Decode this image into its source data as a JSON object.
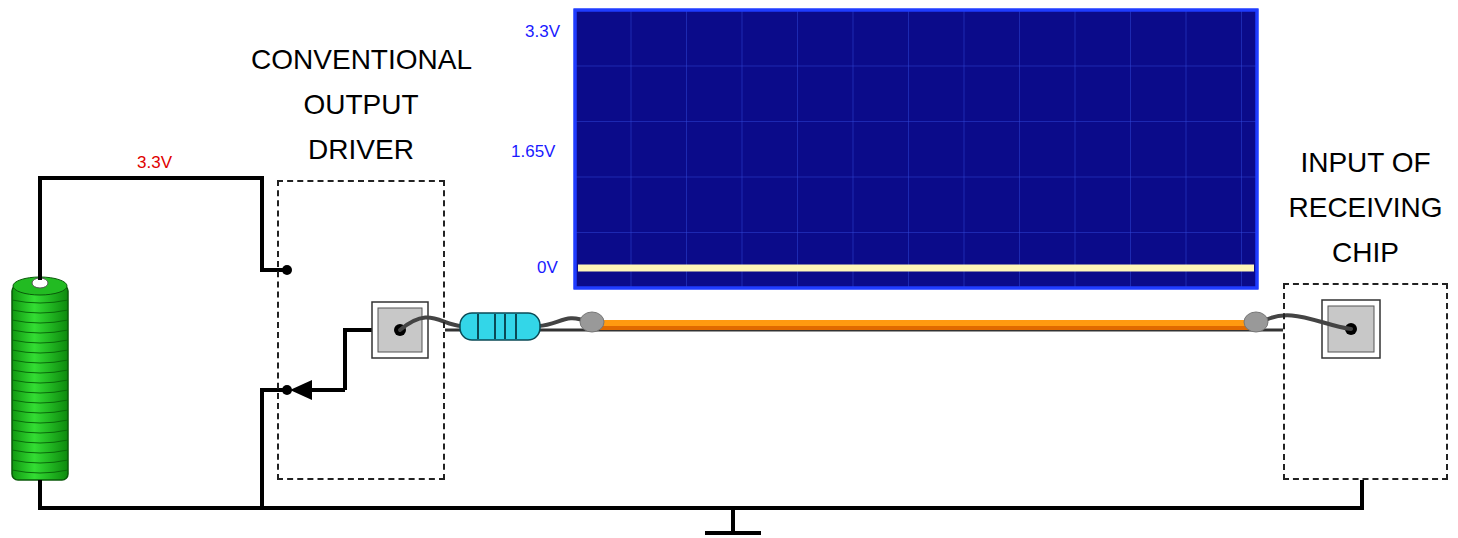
{
  "diagram": {
    "nodes": [
      {
        "text": [
          "CONVENTIONAL OUTPUT DRIVER"
        ]
      },
      {
        "text": [
          "INPUT OF RECEIVING CHIP"
        ]
      }
    ],
    "edges": [
      {
        "from": 0,
        "to": 1,
        "arrow": "none"
      }
    ],
    "labels": [
      "3.3V",
      "1.65V",
      "3.3V",
      "0V"
    ]
  }
}
